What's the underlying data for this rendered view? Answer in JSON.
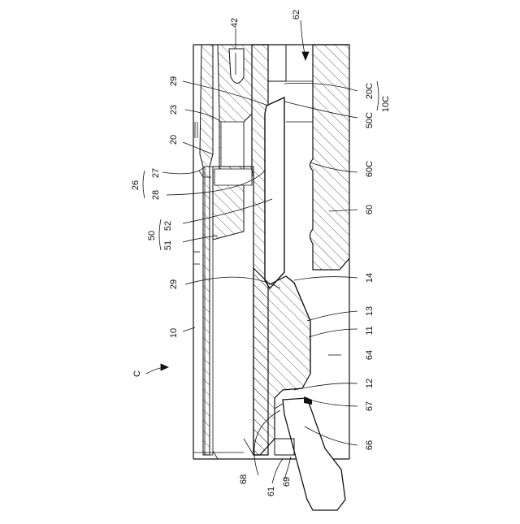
{
  "diagram": {
    "labels": {
      "l42": "42",
      "l62": "62",
      "l29a": "29",
      "l20C": "20C",
      "l10C": "10C",
      "l23": "23",
      "l50C": "50C",
      "l20": "20",
      "l27": "27",
      "l60C": "60C",
      "l26": "26",
      "l28": "28",
      "l60": "60",
      "l52": "52",
      "l50": "50",
      "l51": "51",
      "l29b": "29",
      "l14": "14",
      "l13": "13",
      "l10": "10",
      "l11": "11",
      "l64": "64",
      "lC": "C",
      "l12": "12",
      "l67": "67",
      "l66": "66",
      "l68": "68",
      "l61": "61",
      "l69": "69"
    }
  }
}
